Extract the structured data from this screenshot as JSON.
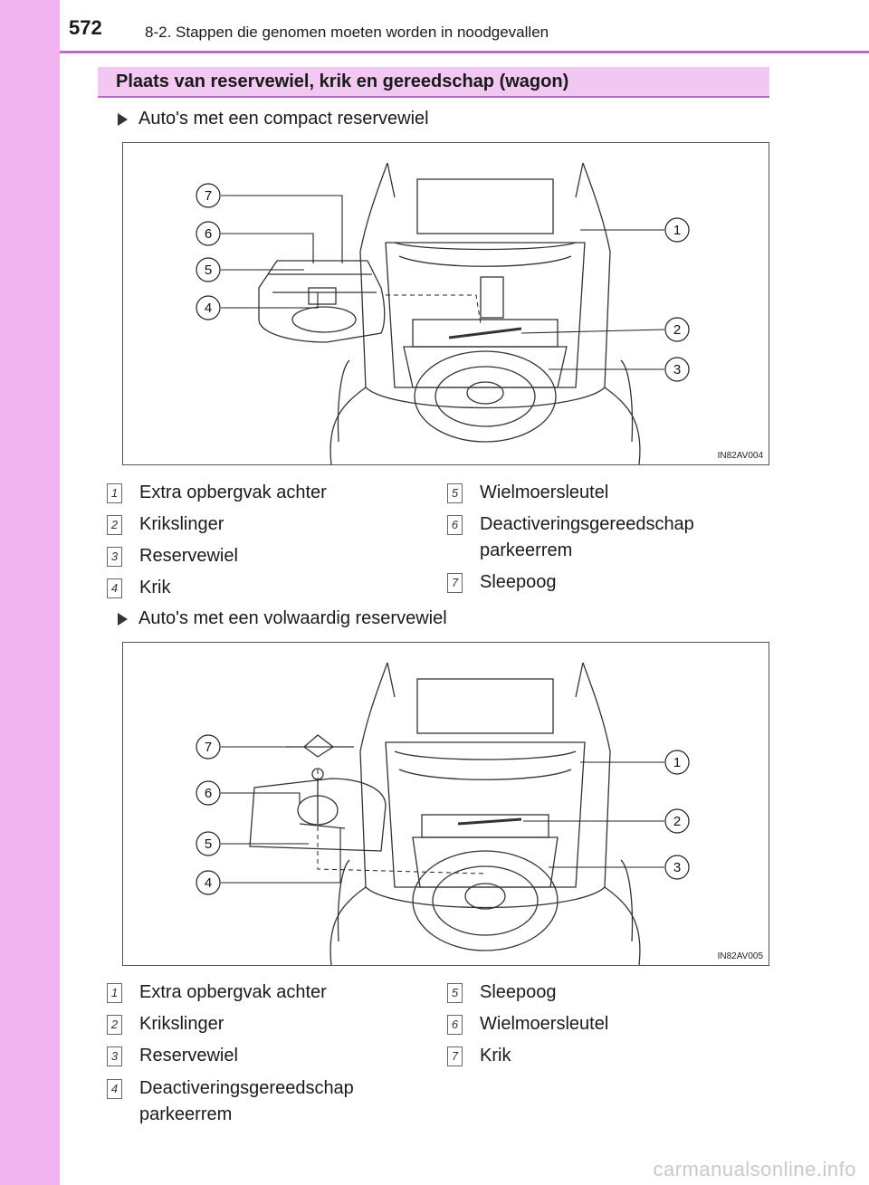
{
  "page": {
    "number": "572",
    "header": "8-2. Stappen die genomen moeten worden in noodgevallen"
  },
  "section": {
    "title": "Plaats van reservewiel, krik en gereedschap (wagon)"
  },
  "variants": [
    {
      "title": "Auto's met een compact reservewiel",
      "figure_code": "IN82AV004",
      "callouts": [
        "1",
        "2",
        "3",
        "4",
        "5",
        "6",
        "7"
      ],
      "legend": [
        {
          "num": "1",
          "label": "Extra opbergvak achter"
        },
        {
          "num": "2",
          "label": "Krikslinger"
        },
        {
          "num": "3",
          "label": "Reservewiel"
        },
        {
          "num": "4",
          "label": "Krik"
        },
        {
          "num": "5",
          "label": "Wielmoersleutel"
        },
        {
          "num": "6",
          "label": "Deactiveringsgereedschap parkeerrem"
        },
        {
          "num": "7",
          "label": "Sleepoog"
        }
      ]
    },
    {
      "title": "Auto's met een volwaardig reservewiel",
      "figure_code": "IN82AV005",
      "callouts": [
        "1",
        "2",
        "3",
        "4",
        "5",
        "6",
        "7"
      ],
      "legend": [
        {
          "num": "1",
          "label": "Extra opbergvak achter"
        },
        {
          "num": "2",
          "label": "Krikslinger"
        },
        {
          "num": "3",
          "label": "Reservewiel"
        },
        {
          "num": "4",
          "label": "Deactiveringsgereedschap parkeerrem"
        },
        {
          "num": "5",
          "label": "Sleepoog"
        },
        {
          "num": "6",
          "label": "Wielmoersleutel"
        },
        {
          "num": "7",
          "label": "Krik"
        }
      ]
    }
  ],
  "watermark": "carmanualsonline.info"
}
